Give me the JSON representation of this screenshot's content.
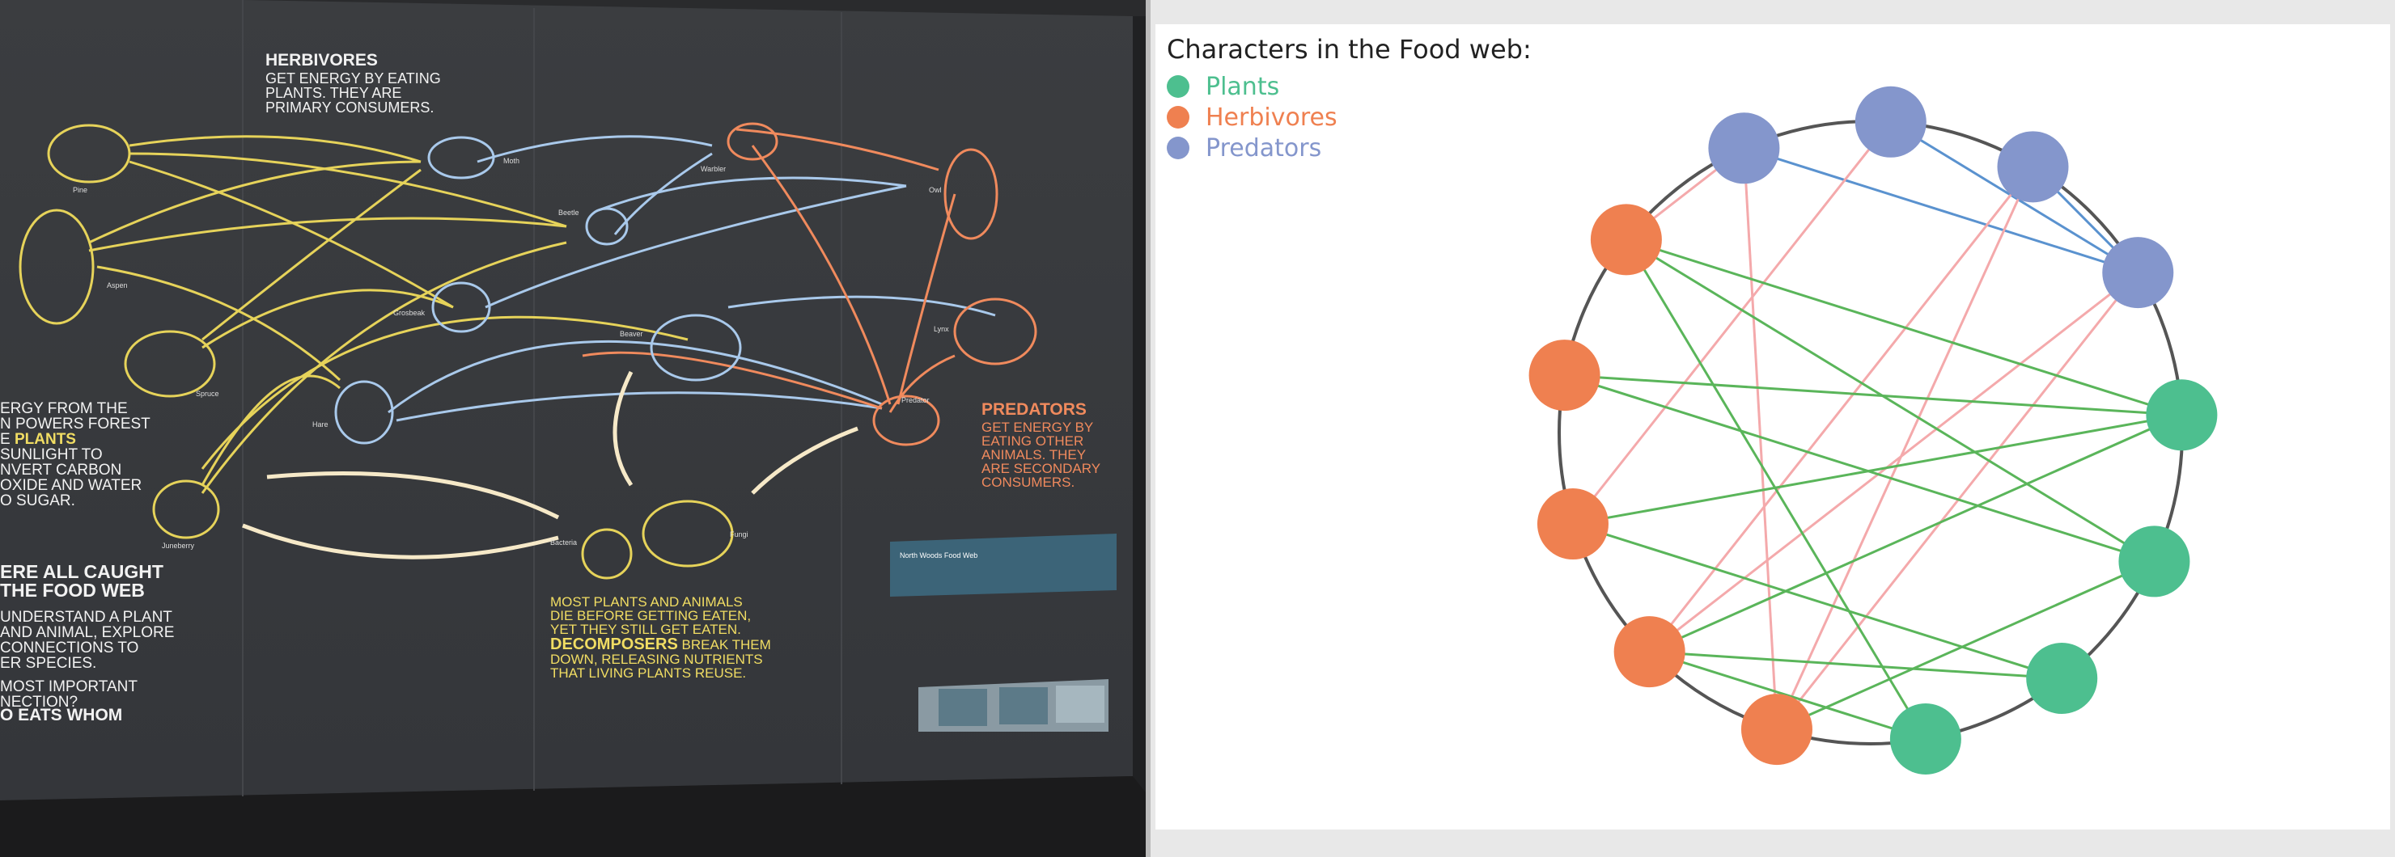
{
  "photo": {
    "herbivores_heading": "HERBIVORES",
    "herbivores_body": [
      "GET ENERGY BY EATING",
      "PLANTS. THEY ARE",
      "PRIMARY CONSUMERS."
    ],
    "predators_heading": "PREDATORS",
    "predators_body": [
      "GET ENERGY BY",
      "EATING OTHER",
      "ANIMALS. THEY",
      "ARE SECONDARY",
      "CONSUMERS."
    ],
    "plants_body_lines": [
      "ERGY FROM THE",
      "N POWERS FOREST",
      "SUNLIGHT TO",
      "NVERT CARBON",
      "OXIDE AND WATER",
      "O SUGAR."
    ],
    "plants_word": "PLANTS",
    "plants_prefix": "E",
    "caught_heading": [
      "ERE ALL CAUGHT",
      "THE FOOD WEB"
    ],
    "caught_body": [
      "UNDERSTAND A PLANT",
      "AND ANIMAL, EXPLORE",
      "CONNECTIONS TO",
      "ER SPECIES."
    ],
    "important_body": [
      "MOST IMPORTANT",
      "NECTION?"
    ],
    "eats_heading": "O EATS WHOM",
    "decomposers_pre": [
      "MOST PLANTS AND ANIMALS",
      "DIE BEFORE GETTING EATEN,",
      "YET THEY STILL GET EATEN."
    ],
    "decomposers_word": "DECOMPOSERS",
    "decomposers_post": [
      "BREAK THEM",
      "DOWN, RELEASING NUTRIENTS",
      "THAT LIVING PLANTS REUSE."
    ],
    "kiosk_title": "North Woods Food Web",
    "species_labels": [
      "Pine",
      "Aspen",
      "Spruce",
      "Juneberry",
      "Moth",
      "Beetle",
      "Grosbeak",
      "Hare",
      "Beaver",
      "Warbler",
      "Owl",
      "Lynx",
      "Predator",
      "Bacteria",
      "Fungi"
    ]
  },
  "diagram": {
    "title": "Characters in the Food web:",
    "legend": [
      {
        "label": "Plants",
        "color": "#4dbf8f"
      },
      {
        "label": "Herbivores",
        "color": "#ef8050"
      },
      {
        "label": "Predators",
        "color": "#8496cc"
      }
    ],
    "colors": {
      "plant": "#4dbf8f",
      "herbivore": "#ef8050",
      "predator": "#8496cc",
      "edge_herbivore_plant": "#5ab55a",
      "edge_predator_herbivore": "#f4a9ab",
      "edge_predator_predator": "#5a92cf",
      "circle": "#555555"
    },
    "nodes": [
      {
        "id": "P1",
        "group": "predator"
      },
      {
        "id": "P2",
        "group": "predator"
      },
      {
        "id": "P3",
        "group": "predator"
      },
      {
        "id": "P4",
        "group": "predator"
      },
      {
        "id": "L1",
        "group": "plant"
      },
      {
        "id": "L2",
        "group": "plant"
      },
      {
        "id": "L3",
        "group": "plant"
      },
      {
        "id": "L4",
        "group": "plant"
      },
      {
        "id": "H1",
        "group": "herbivore"
      },
      {
        "id": "H2",
        "group": "herbivore"
      },
      {
        "id": "H3",
        "group": "herbivore"
      },
      {
        "id": "H4",
        "group": "herbivore"
      },
      {
        "id": "H5",
        "group": "herbivore"
      }
    ],
    "edges": [
      [
        "P1",
        "P4"
      ],
      [
        "P2",
        "P4"
      ],
      [
        "P3",
        "P4"
      ],
      [
        "P1",
        "H1"
      ],
      [
        "P1",
        "H5"
      ],
      [
        "P2",
        "H3"
      ],
      [
        "P3",
        "H1"
      ],
      [
        "P3",
        "H2"
      ],
      [
        "P4",
        "H1"
      ],
      [
        "P4",
        "H2"
      ],
      [
        "H1",
        "L2"
      ],
      [
        "H2",
        "L1"
      ],
      [
        "H2",
        "L3"
      ],
      [
        "H3",
        "L1"
      ],
      [
        "H3",
        "L3"
      ],
      [
        "H4",
        "L1"
      ],
      [
        "H4",
        "L2"
      ],
      [
        "H5",
        "L2"
      ],
      [
        "H5",
        "L4"
      ],
      [
        "H5",
        "L1"
      ],
      [
        "H2",
        "L4"
      ]
    ]
  }
}
